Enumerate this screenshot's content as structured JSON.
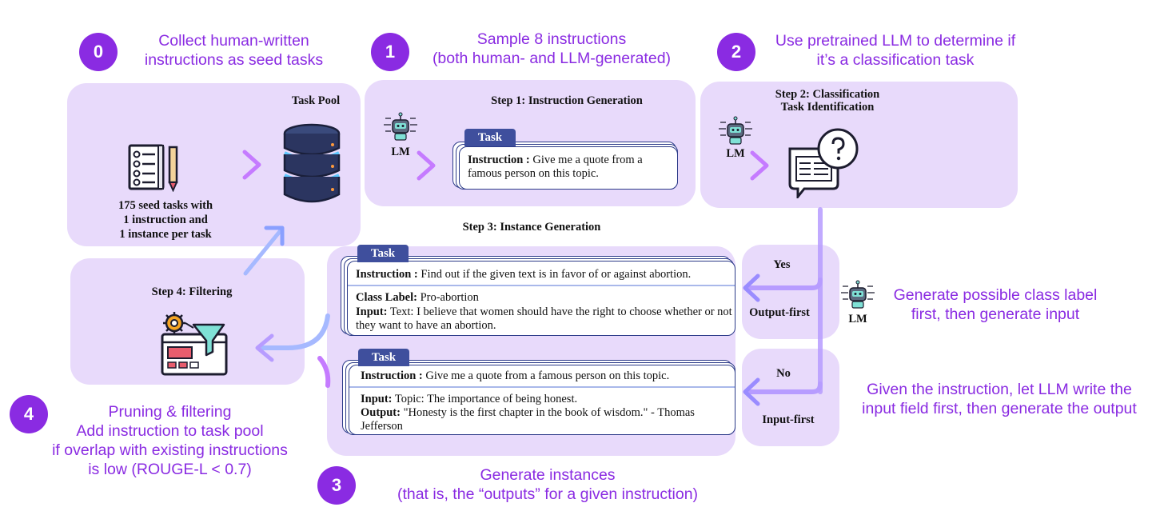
{
  "steps": [
    {
      "number": "0",
      "caption_lines": [
        "Collect human-written",
        "instructions as seed tasks"
      ]
    },
    {
      "number": "1",
      "caption_lines": [
        "Sample 8 instructions",
        "(both human- and LLM-generated)"
      ]
    },
    {
      "number": "2",
      "caption_lines": [
        "Use pretrained LLM to determine if",
        "it’s a classification task"
      ]
    },
    {
      "number": "3",
      "caption_lines": [
        "Generate instances",
        "(that is, the “outputs” for a given instruction)"
      ]
    },
    {
      "number": "4",
      "caption_lines": [
        "Pruning & filtering",
        "Add instruction to task pool",
        "if overlap with existing instructions",
        "is low (ROUGE-L < 0.7)"
      ]
    }
  ],
  "task_pool": {
    "title": "Task Pool",
    "seed_lines": [
      "175 seed tasks with",
      "1 instruction and",
      "1 instance per task"
    ]
  },
  "step1": {
    "title": "Step 1: Instruction Generation",
    "lm_label": "LM",
    "tab_label": "Task",
    "instruction_key": "Instruction :",
    "instruction_text": " Give me a quote from a famous person on this topic."
  },
  "step2": {
    "title_lines": [
      "Step 2: Classification",
      "Task Identification"
    ],
    "lm_label": "LM"
  },
  "step3": {
    "title": "Step 3: Instance Generation",
    "card_a": {
      "tab_label": "Task",
      "instruction_key": "Instruction :",
      "instruction_text": " Find out if the given text is in favor of or against abortion.",
      "class_key": "Class Label:",
      "class_text": " Pro-abortion",
      "input_key": "Input:",
      "input_text": " Text: I believe that women should have the right to choose whether or not they want to have an abortion."
    },
    "card_b": {
      "tab_label": "Task",
      "instruction_key": "Instruction :",
      "instruction_text": " Give me a quote from a famous person on this topic.",
      "input_key": "Input:",
      "input_text": " Topic: The importance of being honest.",
      "output_key": "Output:",
      "output_text": " \"Honesty is the first chapter in the book of wisdom.\" - Thomas Jefferson"
    }
  },
  "branch": {
    "yes_label": "Yes",
    "yes_mode": "Output-first",
    "no_label": "No",
    "no_mode": "Input-first",
    "lm_label": "LM",
    "yes_note_lines": [
      "Generate possible class label",
      "first, then generate input"
    ],
    "no_note_lines": [
      "Given the instruction, let LLM write the",
      "input field first, then generate the output"
    ]
  },
  "step4": {
    "title": "Step 4: Filtering"
  },
  "colors": {
    "accent_purple": "#8a2be2",
    "panel_bg": "#e8dafb",
    "card_border": "#2b3a88",
    "tab_bg": "#3f4f9d",
    "arrow_gradient_start": "#a6b9ff",
    "arrow_gradient_end": "#c57bff"
  },
  "icons": [
    "checklist-icon",
    "database-icon",
    "robot-icon",
    "question-screen-icon",
    "filter-gear-icon"
  ]
}
